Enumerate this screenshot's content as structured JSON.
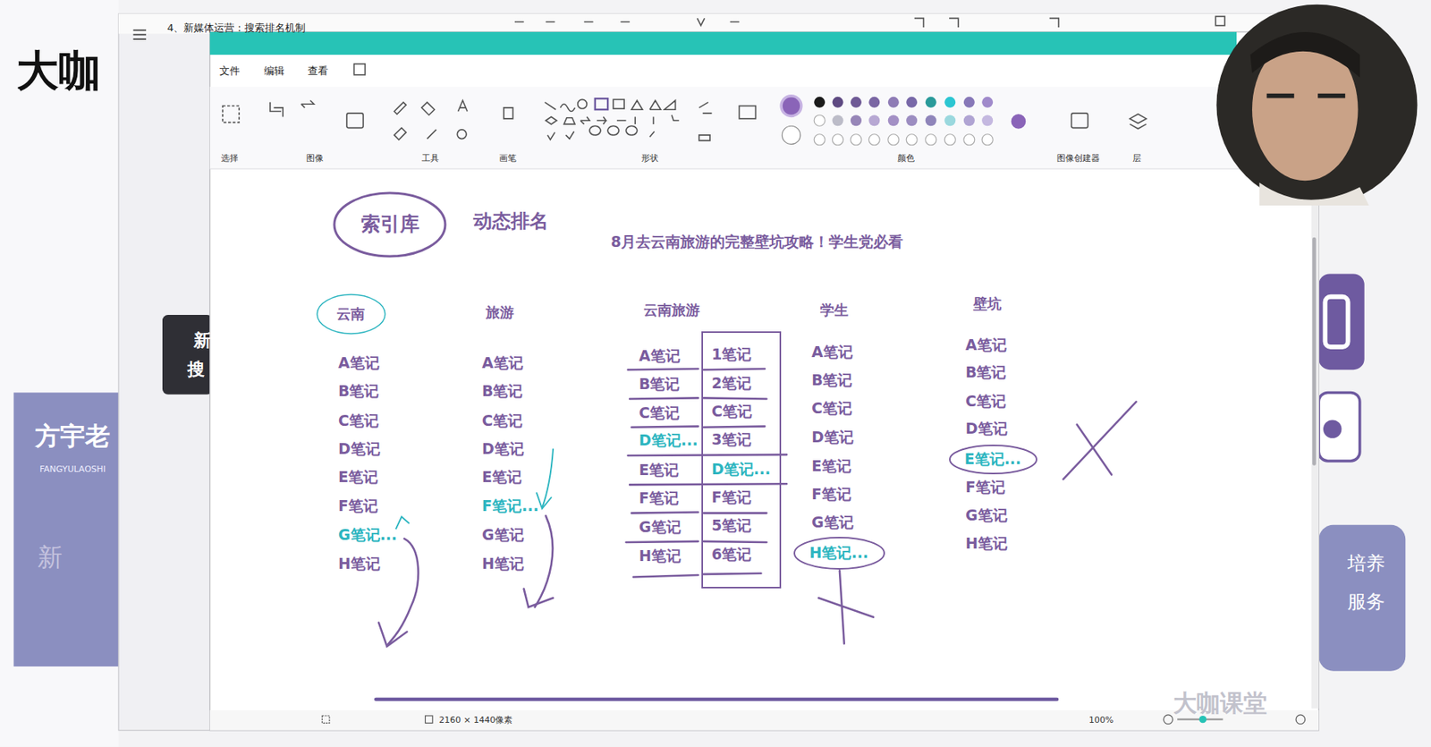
{
  "diagram": {
    "title": "8月去云南旅游的完整壁坑攻略！学生党必看",
    "nodes": [
      {
        "text": [
          "索引库"
        ]
      },
      {
        "text": [
          "云南"
        ]
      },
      {
        "text": [
          "1笔记",
          "2笔记",
          "C笔记",
          "3笔记",
          "D笔记...",
          "F笔记",
          "5笔记",
          "6笔记"
        ]
      },
      {
        "text": [
          "H笔记..."
        ]
      },
      {
        "text": [
          "E笔记..."
        ]
      }
    ],
    "labels": [
      "大咖",
      "新",
      "搜",
      "方宇老",
      "FANGYULAOSHI",
      "新",
      "培养",
      "服务",
      "4、新媒体运营：搜索排名机制",
      "文件",
      "编辑",
      "查看",
      "选择",
      "图像",
      "工具",
      "画笔",
      "形状",
      "颜色",
      "图像创建器",
      "层",
      "动态排名",
      "旅游",
      "云南旅游",
      "学生",
      "壁坑",
      "A笔记",
      "B笔记",
      "C笔记",
      "D笔记",
      "E笔记",
      "F笔记",
      "G笔记...",
      "H笔记",
      "A笔记",
      "B笔记",
      "C笔记",
      "D笔记",
      "E笔记",
      "F笔记...",
      "G笔记",
      "H笔记",
      "A笔记",
      "B笔记",
      "C笔记",
      "D笔记...",
      "E笔记",
      "F笔记",
      "G笔记",
      "H笔记",
      "A笔记",
      "B笔记",
      "C笔记",
      "D笔记",
      "E笔记",
      "F笔记",
      "G笔记",
      "A笔记",
      "B笔记",
      "C笔记",
      "D笔记",
      "F笔记",
      "G笔记",
      "H笔记",
      "2160 × 1440像素",
      "100%",
      "大咖课堂"
    ]
  }
}
